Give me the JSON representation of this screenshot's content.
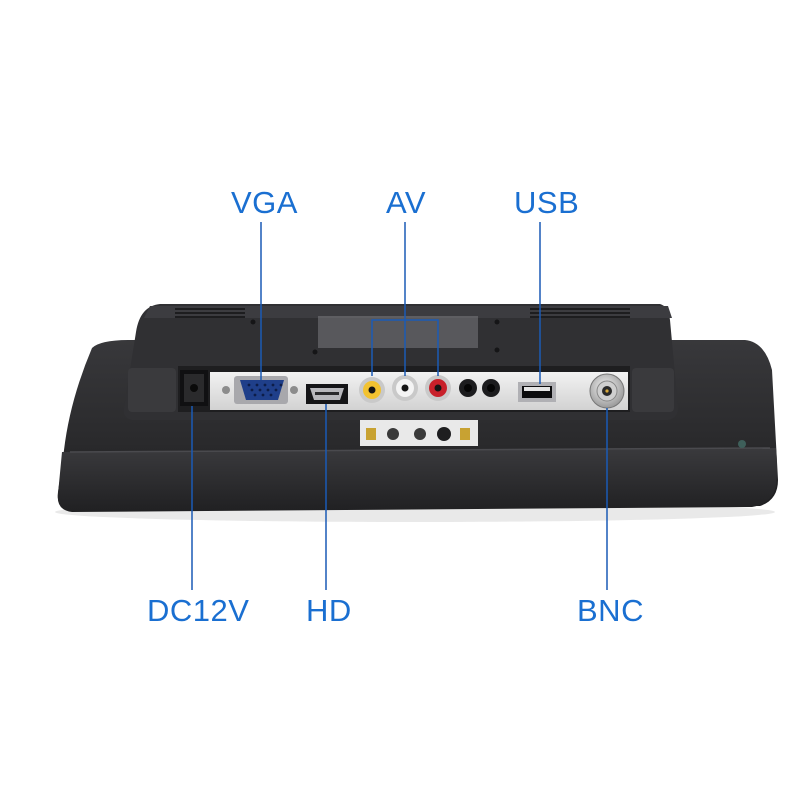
{
  "labels": {
    "vga": "VGA",
    "av": "AV",
    "usb": "USB",
    "dc12v": "DC12V",
    "hd": "HD",
    "bnc": "BNC"
  },
  "colors": {
    "label": "#1a6fd1",
    "leader_line": "#1a5ab5",
    "monitor_body": "#2b2b2d",
    "monitor_highlight": "#4a4a4e",
    "port_panel": "#e6e6e6",
    "rca_yellow": "#f2c230",
    "rca_white": "#f4f4f4",
    "rca_red": "#c8202a"
  }
}
